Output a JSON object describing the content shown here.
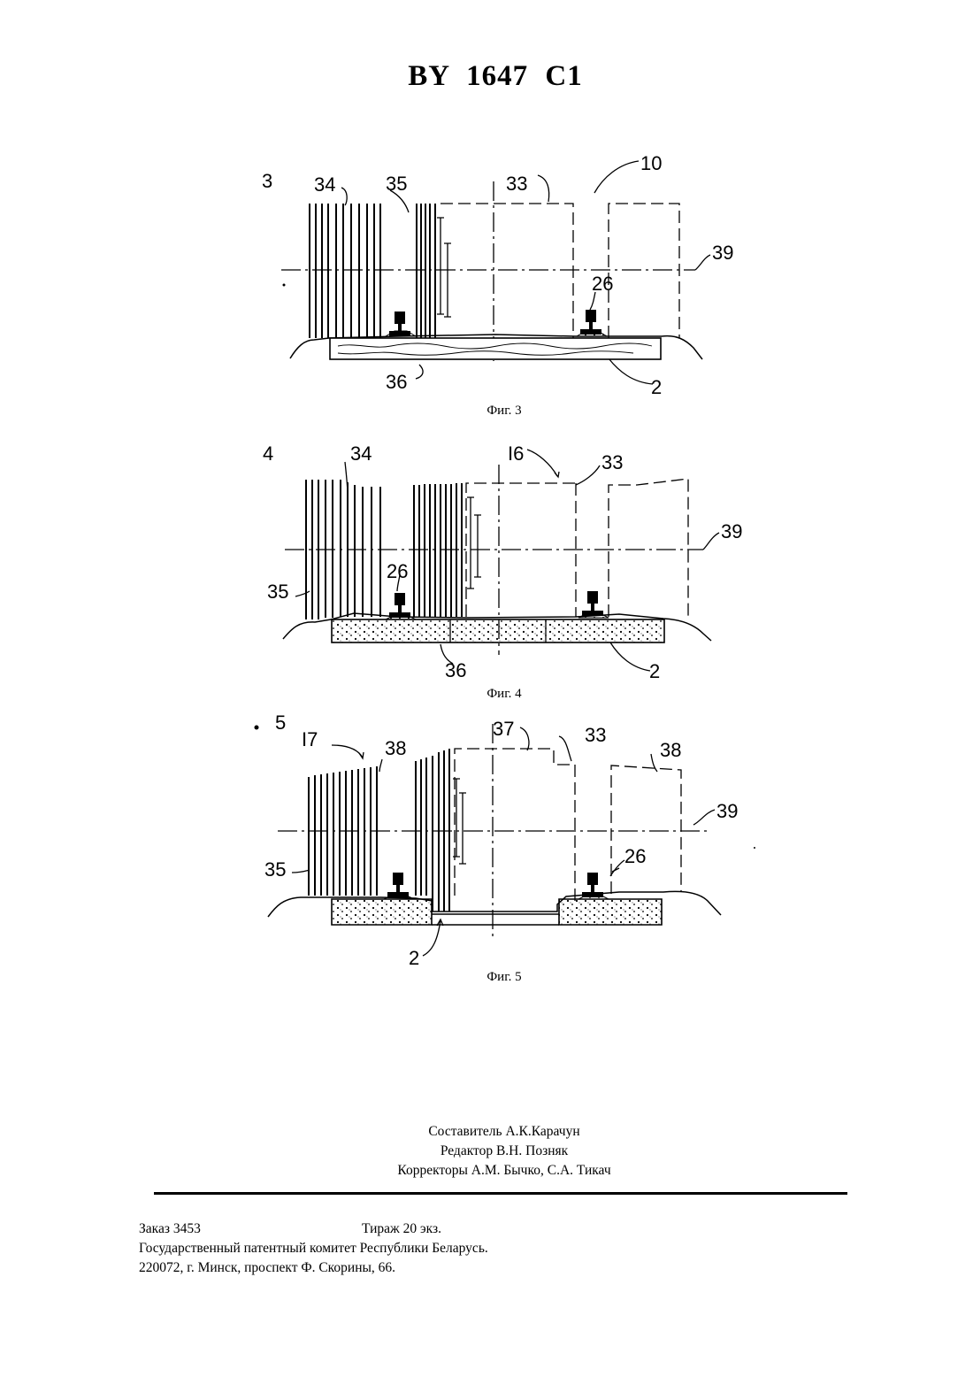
{
  "header": {
    "title": "BY 1647 C1"
  },
  "figures": [
    {
      "caption": "Фиг. 3",
      "labels": {
        "fig": "3",
        "a": "34",
        "b": "35",
        "c": "33",
        "d": "10",
        "e": "39",
        "f": "26",
        "g": "36",
        "h": "2"
      }
    },
    {
      "caption": "Фиг. 4",
      "labels": {
        "fig": "4",
        "a": "34",
        "b": "I6",
        "c": "33",
        "d": "39",
        "e": "26",
        "f": "35",
        "g": "36",
        "h": "2"
      }
    },
    {
      "caption": "Фиг. 5",
      "labels": {
        "fig": "5",
        "a": "I7",
        "b": "38",
        "c": "37",
        "d": "33",
        "e": "38",
        "f": "39",
        "g": "26",
        "h": "35",
        "i": "2"
      }
    }
  ],
  "credits": {
    "compiler": "Составитель А.К.Карачун",
    "editor": "Редактор В.Н. Позняк",
    "proofreaders": "Корректоры А.М. Бычко, С.А. Тикач"
  },
  "imprint": {
    "order": "Заказ 3453",
    "circulation": "Тираж  20 экз.",
    "office": "Государственный патентный комитет Республики Беларусь.",
    "address": "220072, г. Минск, проспект Ф. Скорины, 66."
  }
}
